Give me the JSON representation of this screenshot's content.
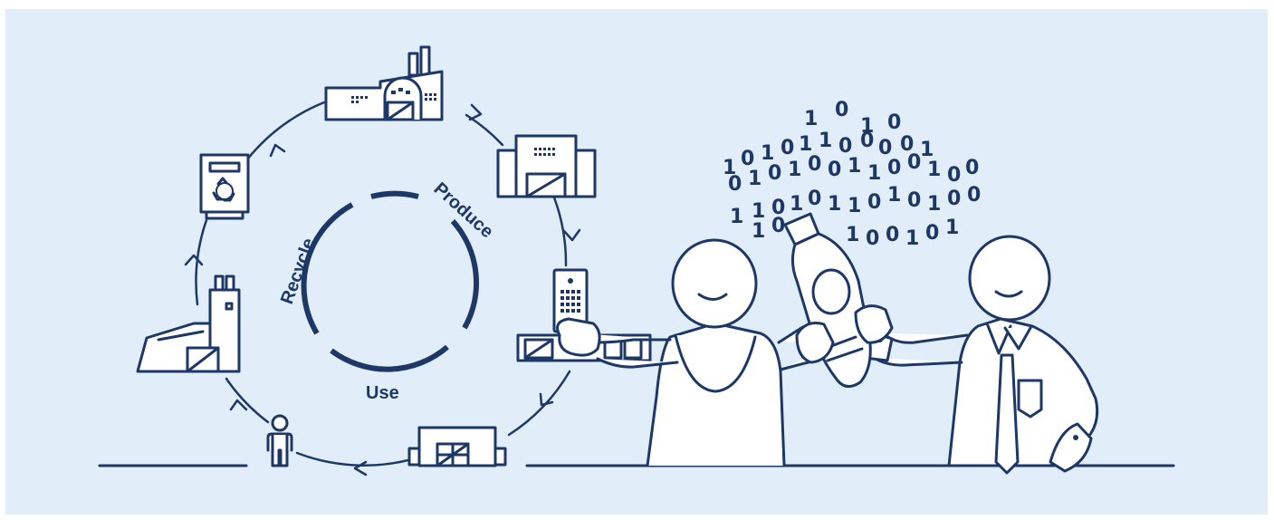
{
  "cycle": {
    "labels": {
      "produce": "Produce",
      "use": "Use",
      "recycle": "Recycle"
    }
  },
  "binary_cloud": [
    "1",
    "0",
    "1",
    "0",
    "1",
    "0",
    "1",
    "0",
    "1",
    "1",
    "0",
    "0",
    "0",
    "0",
    "1",
    "0",
    "1",
    "0",
    "1",
    "0",
    "0",
    "1",
    "1",
    "0",
    "0",
    "1",
    "0",
    "0",
    "1",
    "1",
    "0",
    "1",
    "0",
    "1",
    "1",
    "0",
    "1",
    "0",
    "1",
    "0",
    "0",
    "1",
    "0",
    "1",
    "0",
    "0",
    "1",
    "0",
    "1"
  ],
  "colors": {
    "background": "#e1eef9",
    "ink": "#1d3767",
    "fill": "#ffffff"
  },
  "icons": [
    "factory-icon",
    "building-icon",
    "remote-control-icon",
    "warehouse-icon",
    "person-icon",
    "recycling-plant-icon",
    "recycle-bin-icon",
    "bottle-icon"
  ]
}
